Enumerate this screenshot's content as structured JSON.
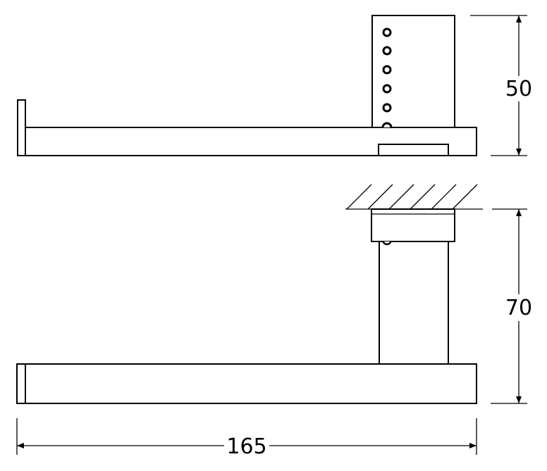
{
  "dimensions": {
    "height_top": "50",
    "height_bottom": "70",
    "width": "165"
  },
  "colors": {
    "stroke": "#000000",
    "background": "#ffffff"
  }
}
